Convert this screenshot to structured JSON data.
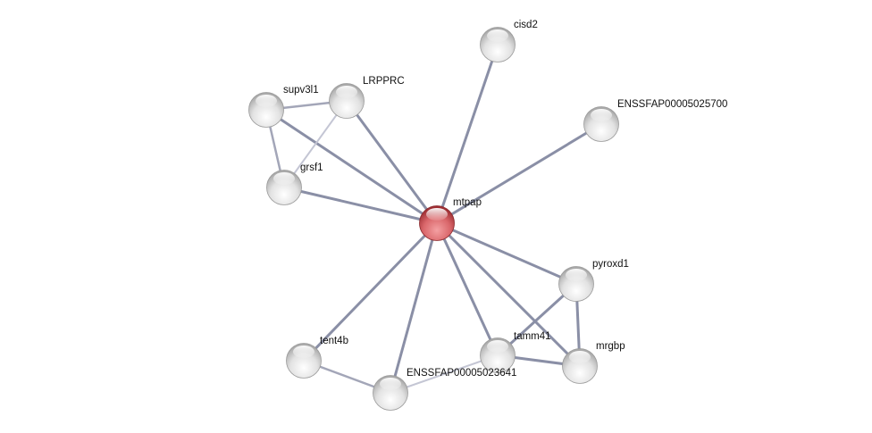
{
  "network": {
    "query_node": "mtpap",
    "nodes": [
      {
        "id": "mtpap",
        "label": "mtpap",
        "query": true
      },
      {
        "id": "cisd2",
        "label": "cisd2"
      },
      {
        "id": "e25700",
        "label": "ENSSFAP00005025700"
      },
      {
        "id": "supv3l1",
        "label": "supv3l1"
      },
      {
        "id": "lrpprc",
        "label": "LRPPRC"
      },
      {
        "id": "grsf1",
        "label": "grsf1"
      },
      {
        "id": "pyroxd1",
        "label": "pyroxd1"
      },
      {
        "id": "mrgbp",
        "label": "mrgbp"
      },
      {
        "id": "tamm41",
        "label": "tamm41"
      },
      {
        "id": "tent4b",
        "label": "tent4b"
      },
      {
        "id": "e23641",
        "label": "ENSSFAP00005023641"
      }
    ],
    "edges": [
      {
        "a": "mtpap",
        "b": "cisd2",
        "strength": "strong"
      },
      {
        "a": "mtpap",
        "b": "e25700",
        "strength": "strong"
      },
      {
        "a": "mtpap",
        "b": "supv3l1",
        "strength": "strong"
      },
      {
        "a": "mtpap",
        "b": "lrpprc",
        "strength": "strong"
      },
      {
        "a": "mtpap",
        "b": "grsf1",
        "strength": "strong"
      },
      {
        "a": "mtpap",
        "b": "pyroxd1",
        "strength": "strong"
      },
      {
        "a": "mtpap",
        "b": "mrgbp",
        "strength": "strong"
      },
      {
        "a": "mtpap",
        "b": "tamm41",
        "strength": "strong"
      },
      {
        "a": "mtpap",
        "b": "tent4b",
        "strength": "strong"
      },
      {
        "a": "mtpap",
        "b": "e23641",
        "strength": "strong"
      },
      {
        "a": "supv3l1",
        "b": "lrpprc",
        "strength": "medium"
      },
      {
        "a": "supv3l1",
        "b": "grsf1",
        "strength": "medium"
      },
      {
        "a": "lrpprc",
        "b": "grsf1",
        "strength": "weak"
      },
      {
        "a": "pyroxd1",
        "b": "mrgbp",
        "strength": "strong"
      },
      {
        "a": "pyroxd1",
        "b": "tamm41",
        "strength": "strong"
      },
      {
        "a": "tamm41",
        "b": "mrgbp",
        "strength": "strong"
      },
      {
        "a": "tent4b",
        "b": "e23641",
        "strength": "medium"
      },
      {
        "a": "e23641",
        "b": "tamm41",
        "strength": "weak"
      }
    ],
    "colors": {
      "edge_strong": "#8a8fa6",
      "edge_medium": "#a3a6b8",
      "edge_weak": "#c4c6d4",
      "node": "#dcdcdc",
      "query_node": "#d9666a"
    }
  }
}
